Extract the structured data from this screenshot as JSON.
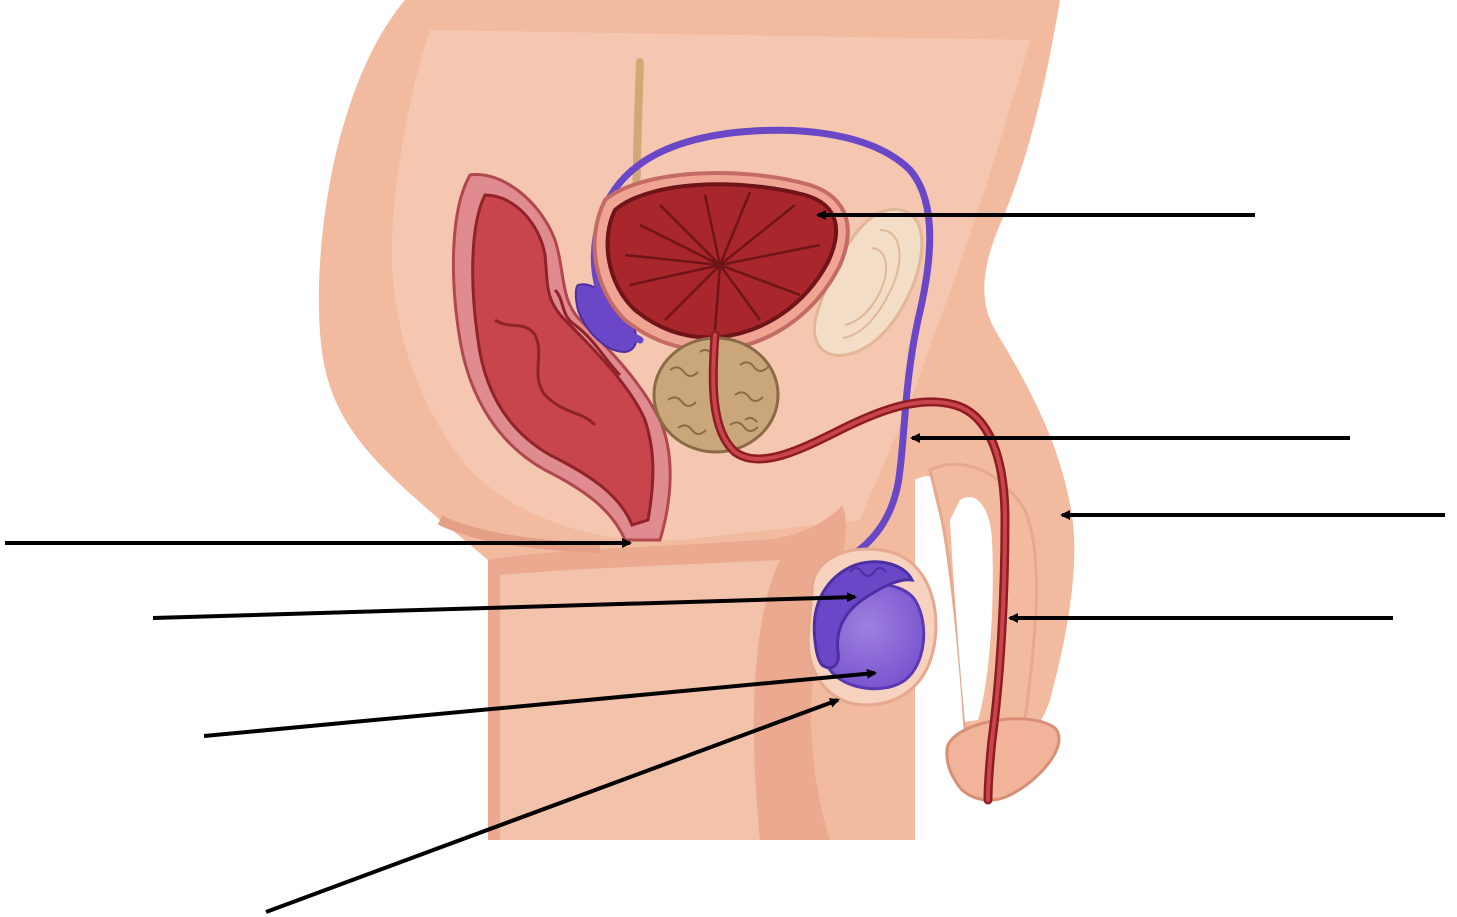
{
  "diagram": {
    "subject": "male-reproductive-system-sagittal-section",
    "labels_visible": false,
    "label_pointers": [
      {
        "id": "bladder",
        "side": "right",
        "text": ""
      },
      {
        "id": "vas-deferens",
        "side": "right",
        "text": ""
      },
      {
        "id": "penis",
        "side": "right",
        "text": ""
      },
      {
        "id": "urethra",
        "side": "right",
        "text": ""
      },
      {
        "id": "anus",
        "side": "left",
        "text": ""
      },
      {
        "id": "epididymis",
        "side": "left",
        "text": ""
      },
      {
        "id": "testis",
        "side": "left",
        "text": ""
      },
      {
        "id": "scrotum",
        "side": "left",
        "text": ""
      }
    ],
    "colors": {
      "skin": "#f2bba0",
      "skin_light": "#f7d2bf",
      "skin_shadow": "#e49f86",
      "rectum": "#c8454d",
      "rectum_dark": "#8f2329",
      "bladder": "#a8262c",
      "bladder_dark": "#6f1418",
      "vas_deferens": "#6a47c7",
      "testis": "#8a69d6",
      "epididymis": "#6a47c7",
      "prostate": "#c9a77a",
      "prostate_dark": "#8a6b45",
      "urethra": "#b32a2f",
      "ureter": "#d2a879",
      "bone": "#f3ddc6",
      "arrow": "#000000"
    }
  }
}
